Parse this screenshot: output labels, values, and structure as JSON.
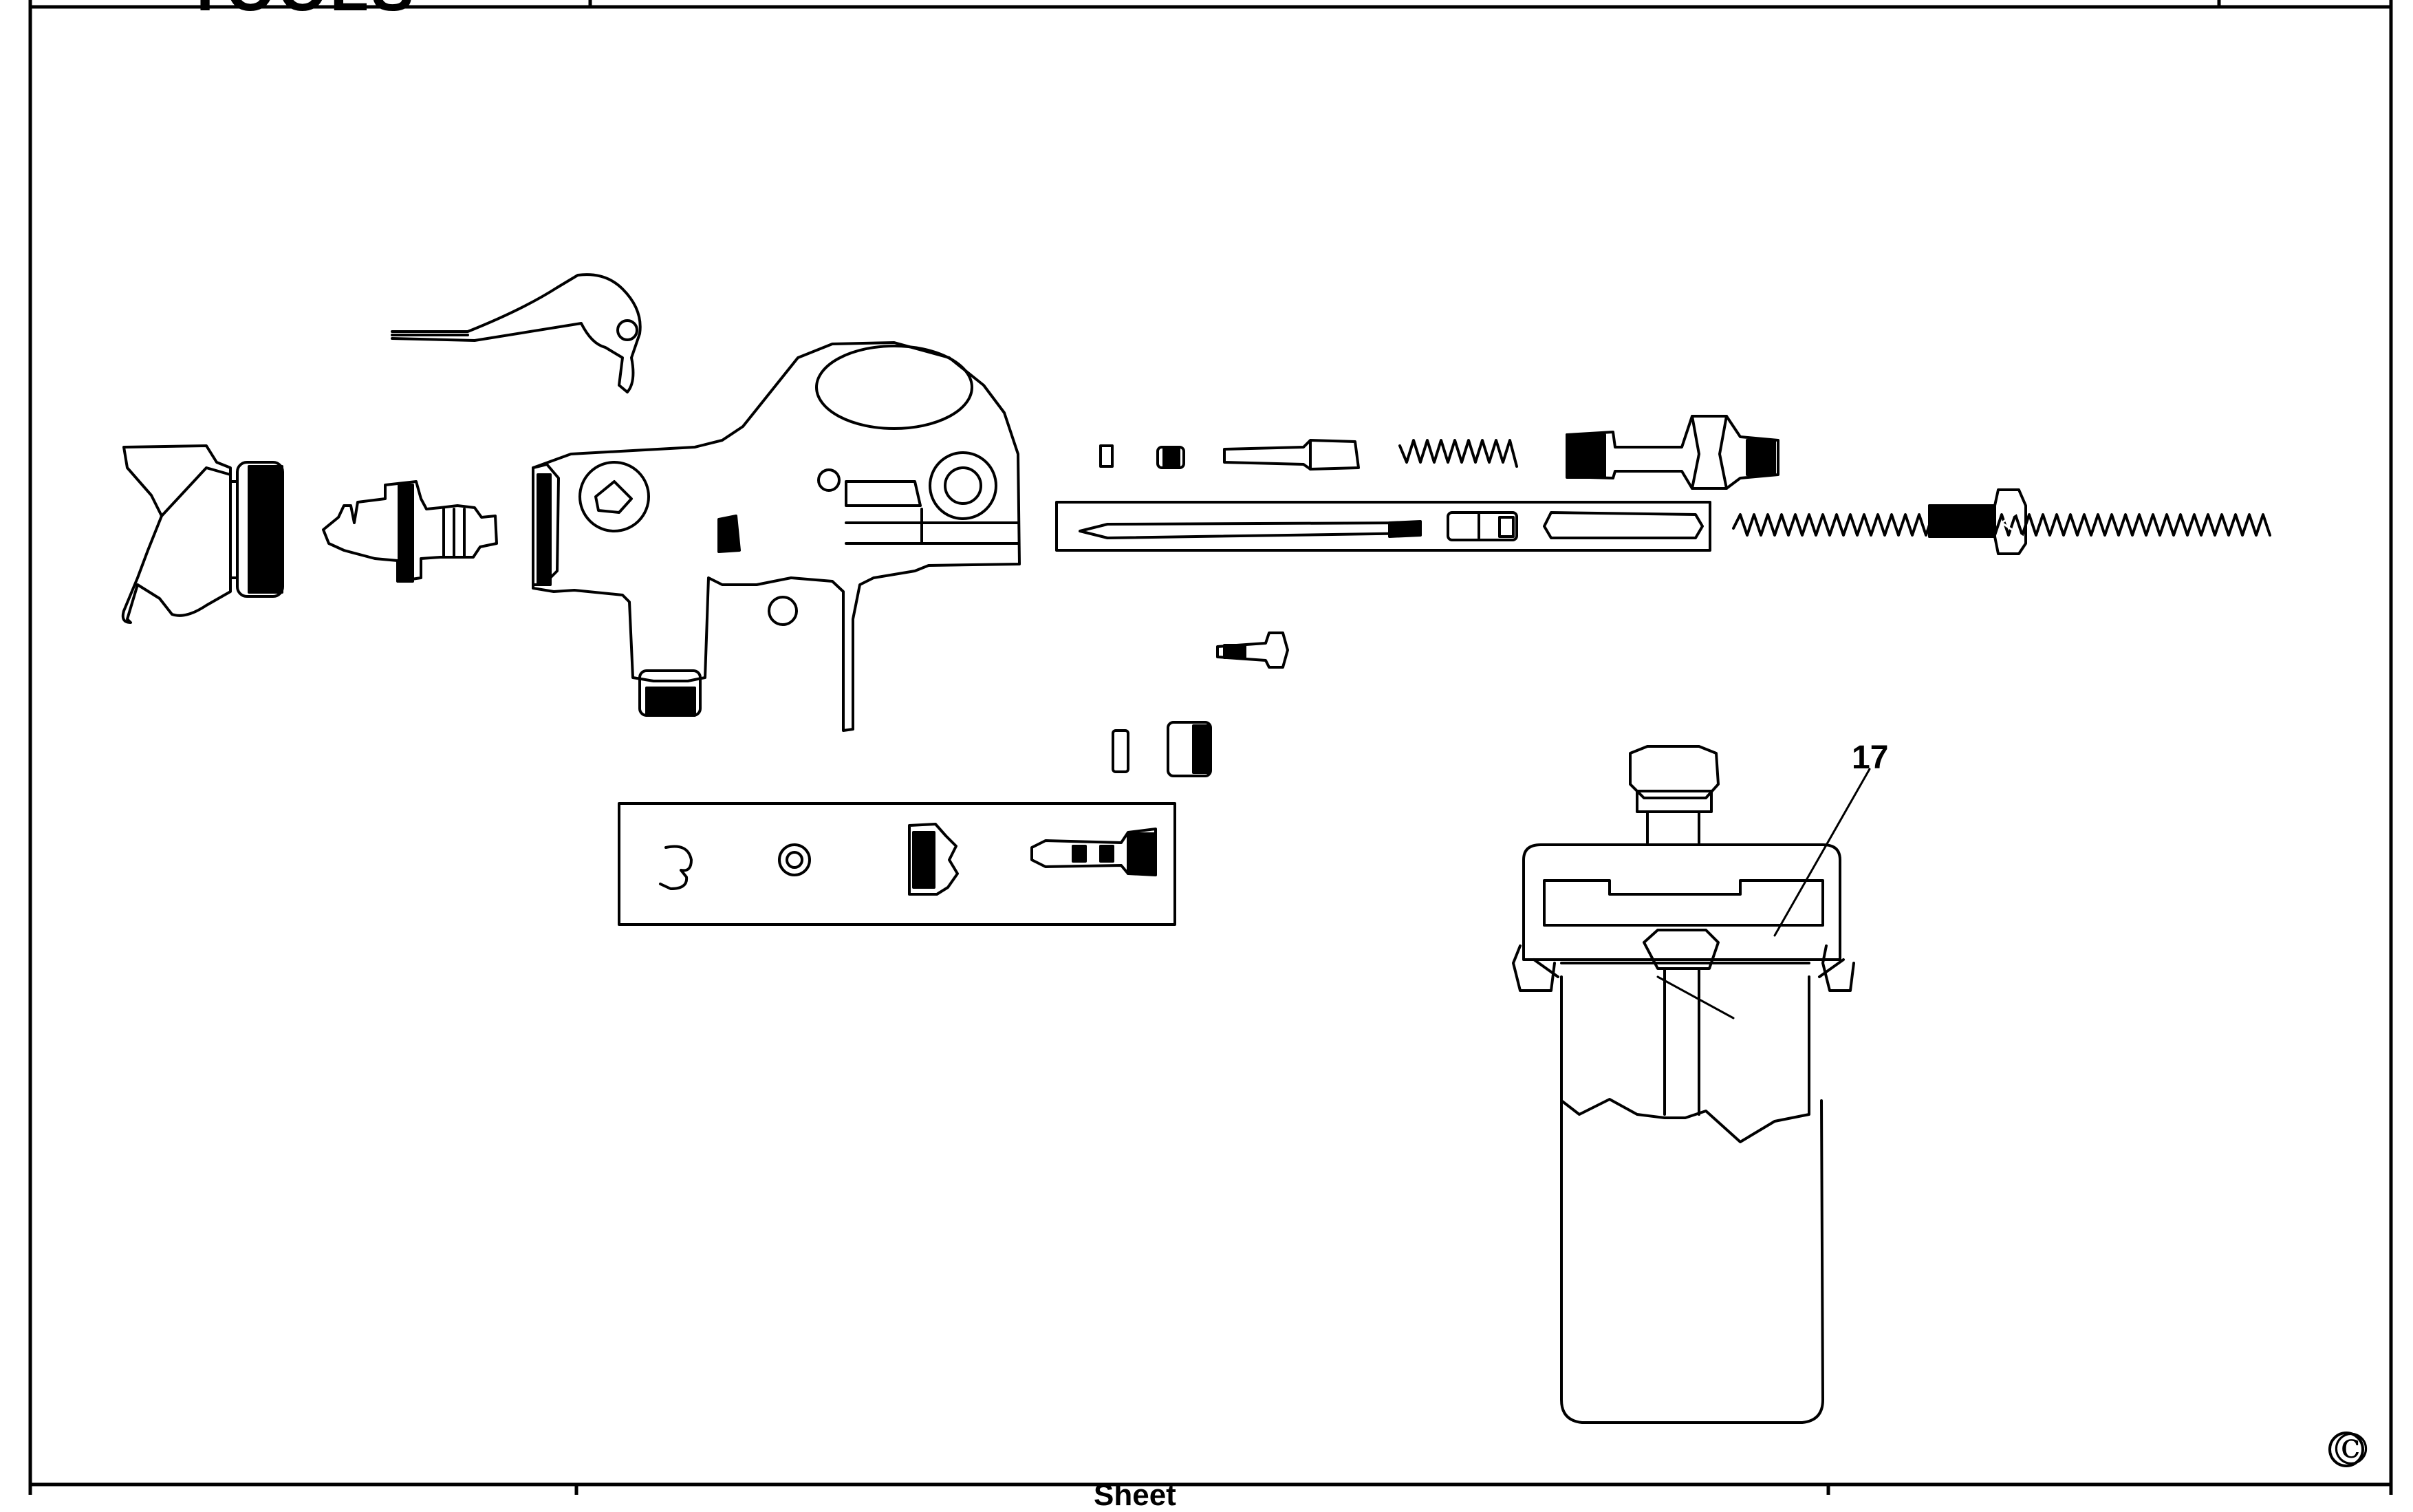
{
  "header": {
    "logo_text": "TOOLS"
  },
  "diagram": {
    "part_labels": [
      {
        "number": "17"
      }
    ]
  },
  "footer": {
    "title": "Sheet",
    "copyright": "©"
  }
}
